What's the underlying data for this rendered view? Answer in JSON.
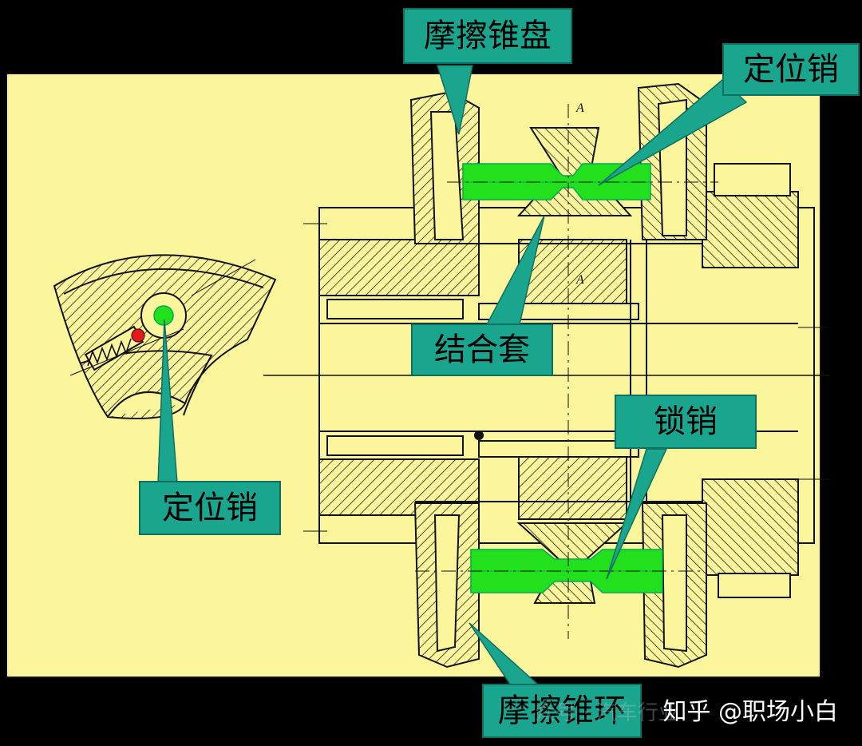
{
  "labels": {
    "friction_cone_disc": "摩擦锥盘",
    "locating_pin_top": "定位销",
    "coupling_sleeve": "结合套",
    "locating_pin_left": "定位销",
    "lock_pin": "锁销",
    "friction_cone_ring": "摩擦锥环"
  },
  "watermark": {
    "zhihu": "知乎 @职场小白",
    "faint": "众号 · 汽车行业"
  },
  "colors": {
    "background": "#000000",
    "panel": "#fbf59c",
    "callout": "#1aa58e",
    "pin": "#22e01c",
    "line": "#111111"
  },
  "drawing_marks": {
    "section_mark_a1": "A",
    "section_mark_a2": "A"
  }
}
